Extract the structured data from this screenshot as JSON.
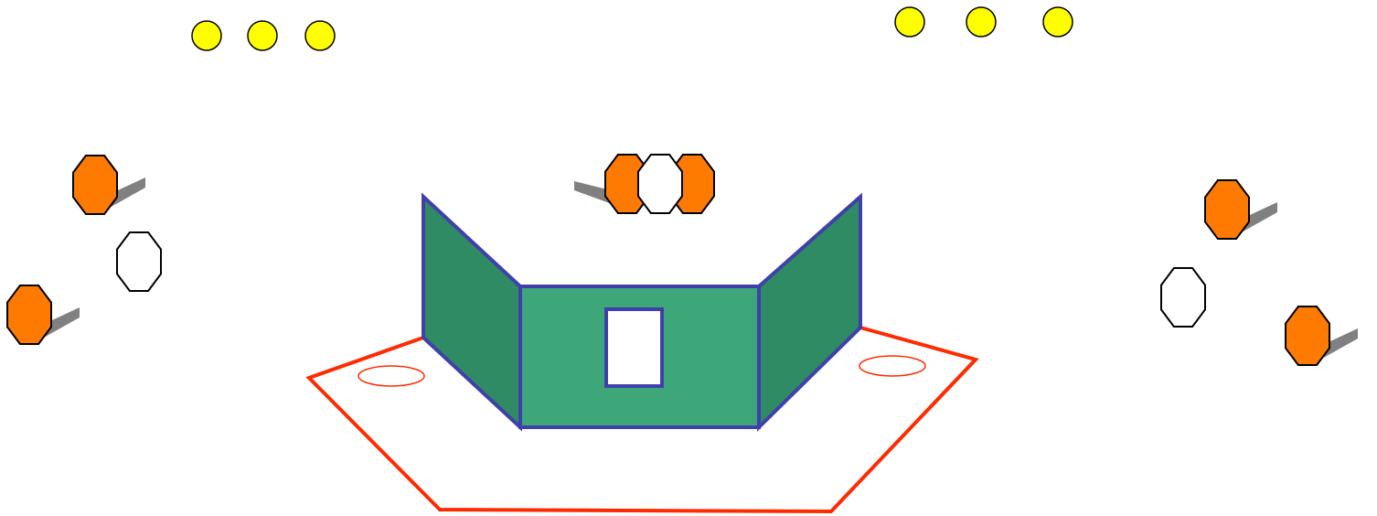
{
  "colors": {
    "background": "#ffffff",
    "light": "#ffff00",
    "light_outline": "#000000",
    "person": "#ff7a00",
    "person_outline": "#000000",
    "virtual_person": "#ffffff",
    "shadow": "#808080",
    "floor_outline": "#ff2a00",
    "side_wall": "#2e8b63",
    "center_wall": "#3ea77a",
    "wall_outline": "#4040aa",
    "window": "#ffffff"
  },
  "elements": {
    "lights_left": [
      "light-icon",
      "light-icon",
      "light-icon"
    ],
    "lights_right": [
      "light-icon",
      "light-icon",
      "light-icon"
    ],
    "people": [
      "person-icon",
      "person-icon",
      "person-icon",
      "person-icon",
      "person-icon",
      "person-icon"
    ],
    "virtual_people": [
      "virtual-person-icon",
      "virtual-person-icon",
      "virtual-person-icon"
    ],
    "stage": [
      "floor-outline",
      "left-wall",
      "center-wall",
      "right-wall",
      "window",
      "floor-marker-left",
      "floor-marker-right"
    ]
  }
}
